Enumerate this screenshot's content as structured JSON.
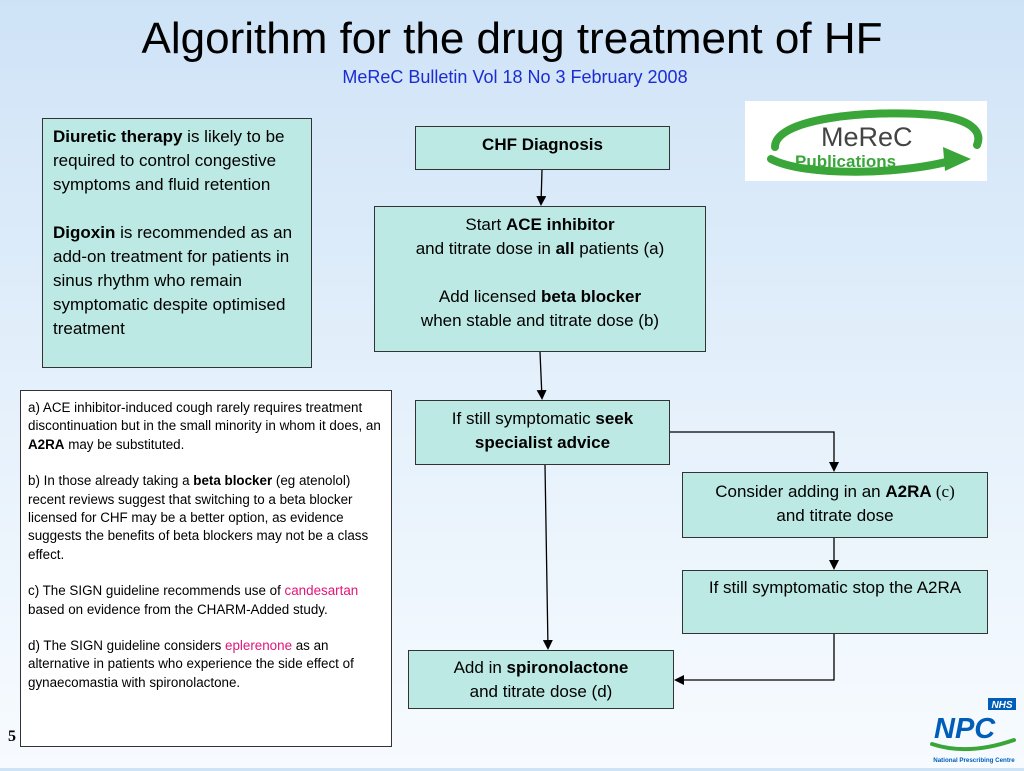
{
  "header": {
    "title": "Algorithm for the drug treatment of HF",
    "subtitle": "MeReC Bulletin Vol 18 No 3 February 2008"
  },
  "left_box": {
    "p1_bold": "Diuretic therapy",
    "p1_rest": " is likely to be required to control congestive symptoms and fluid retention",
    "p2_bold": "Digoxin",
    "p2_rest": " is recommended as an add-on treatment for patients in sinus rhythm who remain symptomatic despite optimised treatment"
  },
  "flow": {
    "diagnosis": "CHF Diagnosis",
    "ace_l1_a": "Start ",
    "ace_l1_b": "ACE inhibitor",
    "ace_l2_a": "and titrate dose in ",
    "ace_l2_b": "all",
    "ace_l2_c": " patients (a)",
    "ace_l3_a": "Add licensed ",
    "ace_l3_b": "beta blocker",
    "ace_l4": "when stable and titrate dose (b)",
    "specialist_a": "If still symptomatic ",
    "specialist_b": "seek specialist advice",
    "a2ra_a": "Consider adding in an ",
    "a2ra_b": "A2RA",
    "a2ra_c": " (c)",
    "a2ra_l2": "and titrate dose",
    "stop_a2ra": "If still symptomatic stop the A2RA",
    "spiro_a": "Add in ",
    "spiro_b": "spironolactone",
    "spiro_l2": "and titrate dose (d)"
  },
  "notes": {
    "a1": "a) ACE inhibitor-induced cough rarely requires treatment discontinuation but in the small minority in whom it does, an ",
    "a2": "A2RA",
    "a3": " may be substituted.",
    "b1": "b) In those already taking a ",
    "b2": "beta blocker",
    "b3": " (eg atenolol) recent reviews suggest that switching to a beta blocker licensed for CHF may be a better option, as evidence suggests the benefits of beta blockers may not be a class effect.",
    "c1": "c) The SIGN guideline recommends use of ",
    "c2": "candesartan",
    "c3": " based on evidence from the CHARM-Added study.",
    "d1": "d) The SIGN guideline considers ",
    "d2": "eplerenone",
    "d3": " as an alternative in patients who experience the side effect of gynaecomastia with spironolactone."
  },
  "logos": {
    "merec_line1": "MeReC",
    "merec_line2": "Publications",
    "nhs": "NHS",
    "npc": "NPC",
    "npc_caption": "National Prescribing Centre"
  },
  "page_number": "5",
  "colors": {
    "box_fill": "#bde9e4",
    "subtitle_blue": "#1c2cd1",
    "highlight_pink": "#e0147a",
    "logo_green": "#3aa63a",
    "nhs_blue": "#005eb8"
  }
}
